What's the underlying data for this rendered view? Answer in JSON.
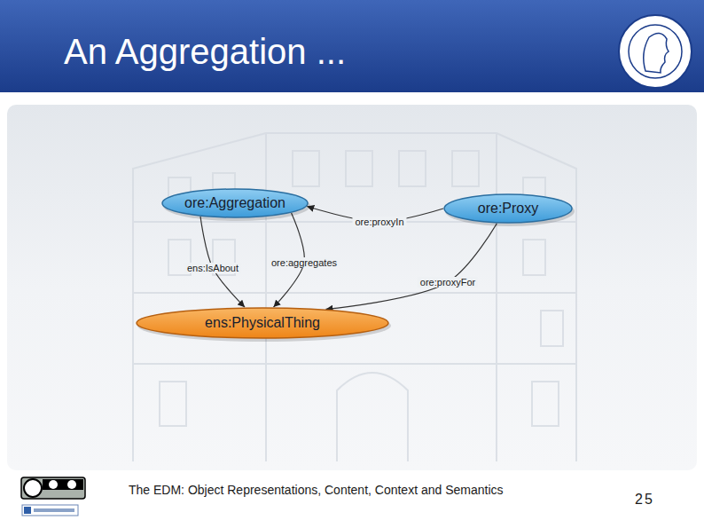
{
  "diagram": {
    "title": "An Aggregation ...",
    "nodes": [
      {
        "text": [
          "ore:Aggregation"
        ]
      },
      {
        "text": [
          "ore:Proxy"
        ]
      },
      {
        "text": [
          "ens:PhysicalThing"
        ]
      }
    ],
    "edges": [
      {
        "from": 1,
        "to": 0,
        "arrow": "to",
        "label": "ore:proxyIn"
      },
      {
        "from": 0,
        "to": 2,
        "arrow": "to",
        "label": "ens:IsAbout"
      },
      {
        "from": 0,
        "to": 2,
        "arrow": "to",
        "label": "ore:aggregates"
      },
      {
        "from": 1,
        "to": 2,
        "arrow": "to",
        "label": "ore:proxyFor"
      }
    ],
    "labels": [
      "The EDM: Object Representations, Content, Context and Semantics",
      "25"
    ]
  }
}
